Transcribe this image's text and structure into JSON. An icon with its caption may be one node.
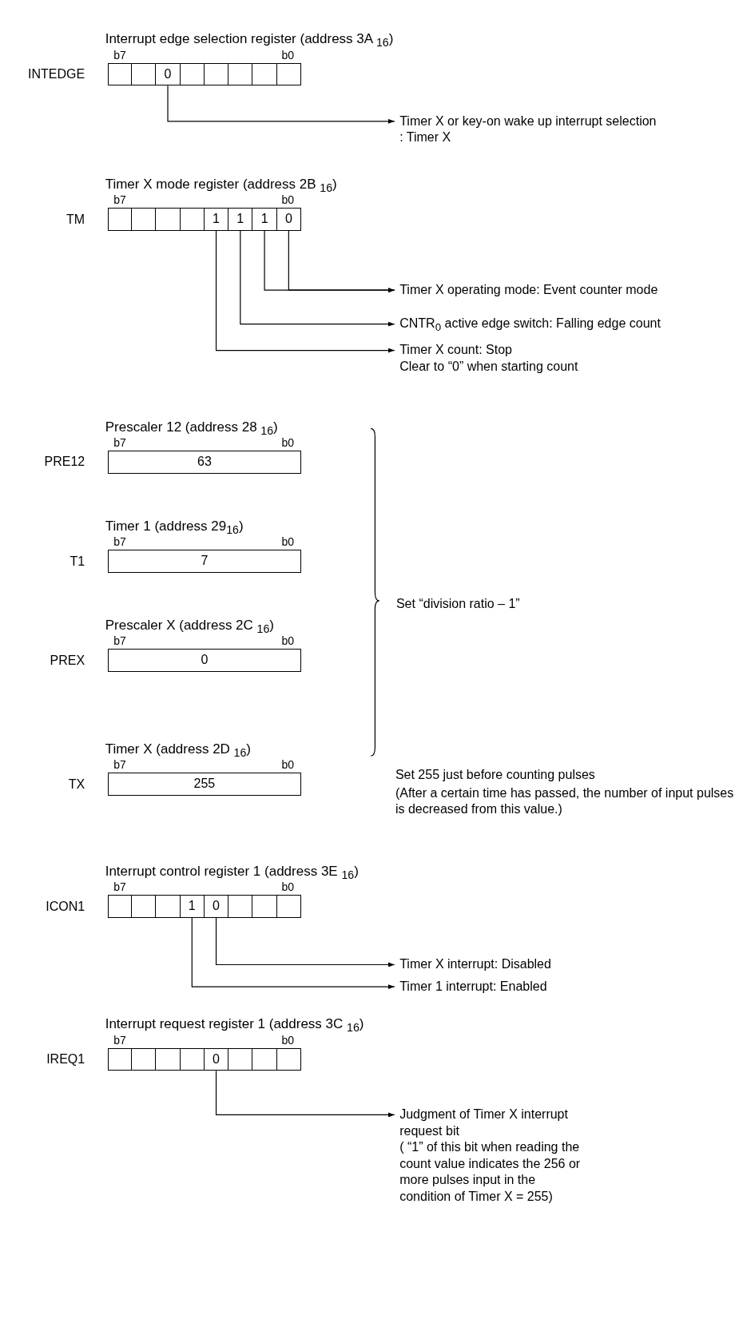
{
  "diagram": {
    "nodes": [
      {
        "text": [
          "Interrupt edge selection register (address 3A $_{16}$)"
        ],
        "beside": [
          "INTEDGE",
          "b7",
          "b0"
        ]
      },
      {
        "text": [],
        "shape": "box",
        "in": 0
      },
      {
        "text": [],
        "shape": "box",
        "in": 0
      },
      {
        "text": [
          "0"
        ],
        "in": 0
      },
      {
        "text": [],
        "shape": "box",
        "in": 0
      },
      {
        "text": [],
        "shape": "box",
        "in": 0
      },
      {
        "text": [],
        "shape": "box",
        "in": 0
      },
      {
        "text": [],
        "shape": "box",
        "in": 0
      },
      {
        "text": [],
        "shape": "box",
        "in": 0
      },
      {
        "text": [
          "Timer X or key-on wake up interrupt selection",
          ": Timer X"
        ]
      },
      {
        "text": [
          "Timer X mode register (address 2B $_{16}$)"
        ],
        "beside": [
          "TM",
          "b7",
          "b0"
        ]
      },
      {
        "text": [],
        "shape": "box",
        "in": 10
      },
      {
        "text": [],
        "shape": "box",
        "in": 10
      },
      {
        "text": [],
        "shape": "box",
        "in": 10
      },
      {
        "text": [],
        "shape": "box",
        "in": 10
      },
      {
        "text": [
          "1"
        ],
        "in": 10
      },
      {
        "text": [
          "1"
        ],
        "in": 10
      },
      {
        "text": [
          "1"
        ],
        "in": 10
      },
      {
        "text": [
          "0"
        ],
        "in": 10
      },
      {
        "text": [
          "Timer X operating mode: Event counter mode"
        ]
      },
      {
        "text": [
          "CNTR$_{0}$ active edge switch: Falling edge count"
        ]
      },
      {
        "text": [
          "Timer X count: Stop",
          "Clear to “0” when starting count"
        ]
      },
      {
        "text": [
          "Prescaler 12 (address 28 $_{16}$)",
          "63"
        ],
        "beside": [
          "PRE12",
          "b7",
          "b0"
        ]
      },
      {
        "text": [
          "Timer 1 (address 29$_{16}$)",
          "7"
        ],
        "beside": [
          "T1",
          "b7",
          "b0"
        ]
      },
      {
        "text": [
          "Prescaler X (address 2C $_{16}$)",
          "0"
        ],
        "beside": [
          "PREX",
          "b7",
          "b0"
        ]
      },
      {
        "text": [
          "Timer X (address 2D $_{16}$)",
          "255"
        ],
        "beside": [
          "TX",
          "b7",
          "b0"
        ]
      },
      {
        "text": [
          "Interrupt control register 1 (address 3E $_{16}$)"
        ],
        "beside": [
          "ICON1",
          "b7",
          "b0"
        ]
      },
      {
        "text": [],
        "shape": "box",
        "in": 26
      },
      {
        "text": [],
        "shape": "box",
        "in": 26
      },
      {
        "text": [],
        "shape": "box",
        "in": 26
      },
      {
        "text": [
          "1"
        ],
        "in": 26
      },
      {
        "text": [
          "0"
        ],
        "in": 26
      },
      {
        "text": [],
        "shape": "box",
        "in": 26
      },
      {
        "text": [],
        "shape": "box",
        "in": 26
      },
      {
        "text": [],
        "shape": "box",
        "in": 26
      },
      {
        "text": [
          "Timer X interrupt: Disabled"
        ]
      },
      {
        "text": [
          "Timer 1 interrupt: Enabled"
        ]
      },
      {
        "text": [
          "Interrupt request register 1 (address 3C $_{16}$)"
        ],
        "beside": [
          "IREQ1",
          "b7",
          "b0"
        ]
      },
      {
        "text": [],
        "shape": "box",
        "in": 37
      },
      {
        "text": [],
        "shape": "box",
        "in": 37
      },
      {
        "text": [],
        "shape": "box",
        "in": 37
      },
      {
        "text": [],
        "shape": "box",
        "in": 37
      },
      {
        "text": [
          "0"
        ],
        "in": 37
      },
      {
        "text": [],
        "shape": "box",
        "in": 37
      },
      {
        "text": [],
        "shape": "box",
        "in": 37
      },
      {
        "text": [],
        "shape": "box",
        "in": 37
      },
      {
        "text": [
          "Judgment of Timer X interrupt request bit",
          "( “1” of this bit when reading the count value indicates the 256 or more pulses input in the condition of Timer X = 255)"
        ]
      }
    ],
    "edges": [
      {
        "from": 3,
        "to": 9,
        "arrow": "to"
      },
      {
        "from": 18,
        "to": 19,
        "arrow": "to"
      },
      {
        "from": 17,
        "to": 19,
        "arrow": "to"
      },
      {
        "from": 16,
        "to": 20,
        "arrow": "to"
      },
      {
        "from": 15,
        "to": 21,
        "arrow": "to"
      },
      {
        "from": 31,
        "to": 35,
        "arrow": "to"
      },
      {
        "from": 30,
        "to": 36,
        "arrow": "to"
      },
      {
        "from": 42,
        "to": 46,
        "arrow": "to"
      }
    ],
    "labels": [
      "Set “division ratio – 1”",
      "Set 255 just before counting pulses",
      "(After a certain time has passed, the number of input pulses is decreased from this value.)"
    ]
  }
}
